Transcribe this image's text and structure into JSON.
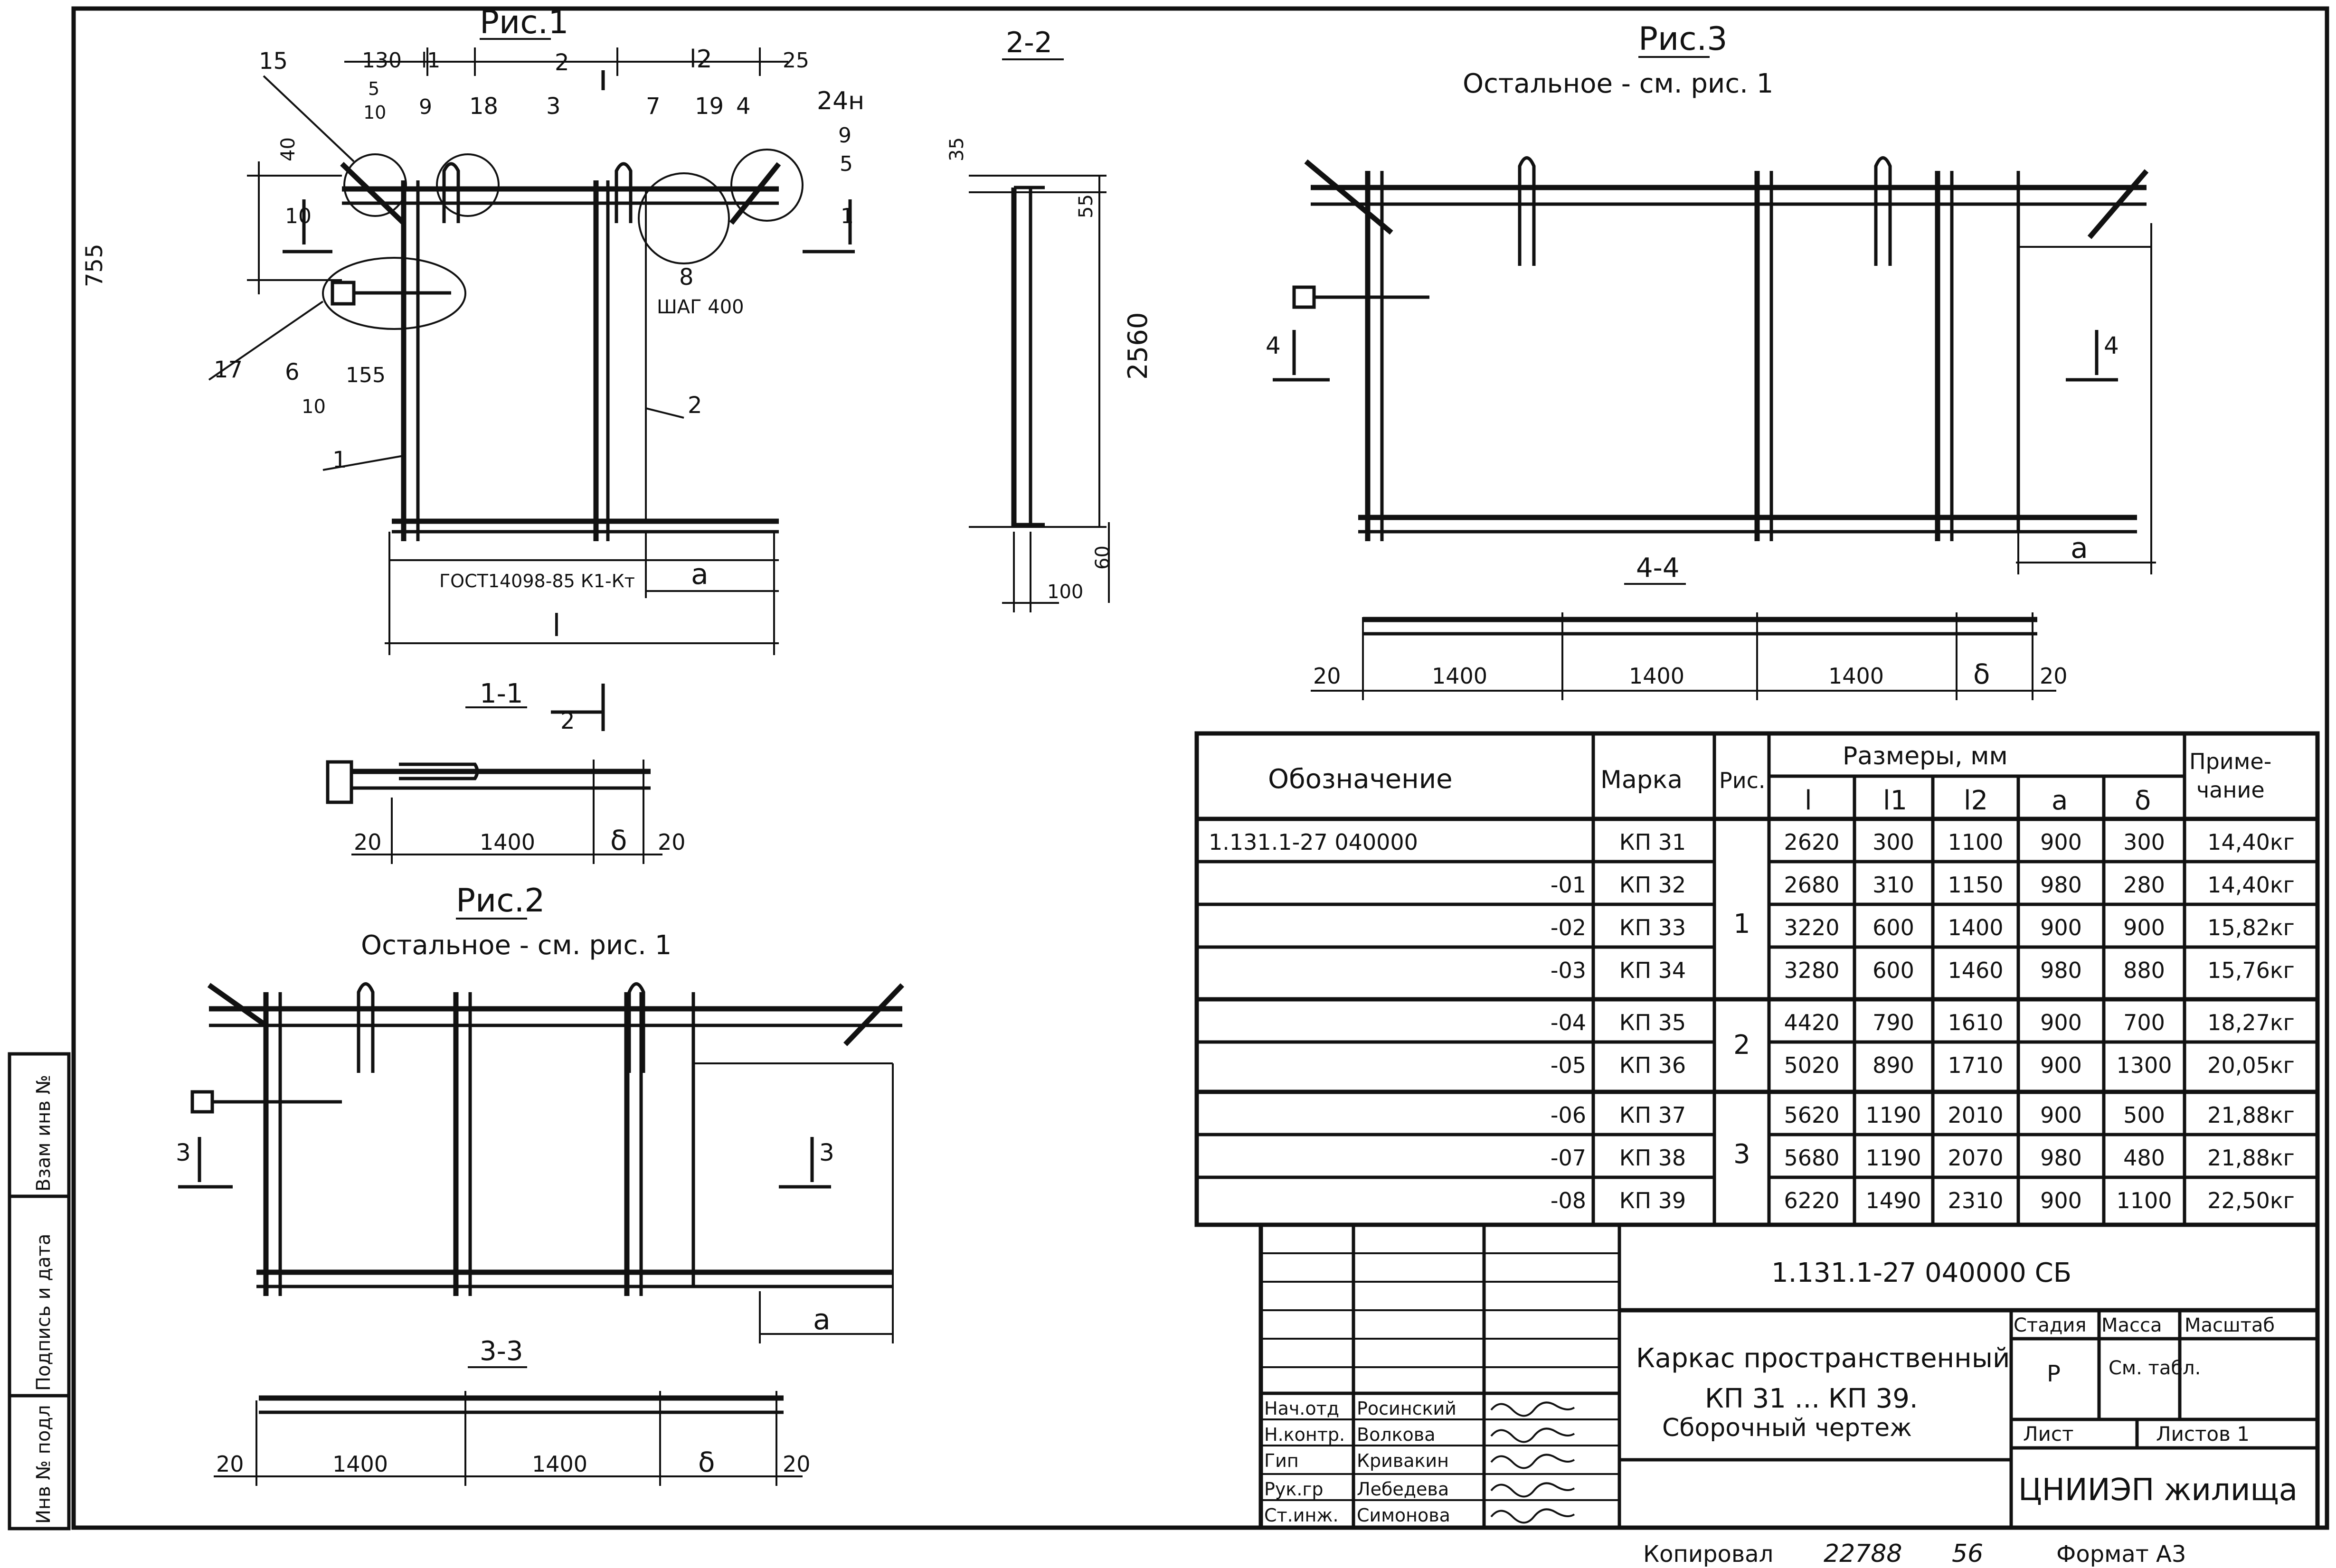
{
  "figures": {
    "fig1": {
      "title": "Рис.1"
    },
    "fig2": {
      "title": "Рис.2",
      "note": "Остальное - см. рис. 1"
    },
    "fig3": {
      "title": "Рис.3",
      "note": "Остальное - см. рис. 1"
    }
  },
  "sections": {
    "s11": "1-1",
    "s22": "2-2",
    "s33": "3-3",
    "s44": "4-4"
  },
  "fig1": {
    "dims_top": [
      "130",
      "l1",
      "l2",
      "25",
      "10",
      "5",
      "10",
      "40"
    ],
    "callouts": [
      "15",
      "9",
      "18",
      "3",
      "2",
      "7",
      "19",
      "4",
      "24н",
      "9",
      "5",
      "1",
      "8",
      "17",
      "6",
      "10",
      "1",
      "2"
    ],
    "dim_755": "755",
    "dim_155": "155",
    "step": "ШАГ 400",
    "gost": "ГОСТ14098-85 К1-Кт",
    "dim_a": "a",
    "dim_l": "l"
  },
  "section11": {
    "dims": [
      "20",
      "1400",
      "δ",
      "20"
    ],
    "marker": "2"
  },
  "section22": {
    "dims": [
      "35",
      "55",
      "2560",
      "60",
      "100"
    ]
  },
  "fig2": {
    "markers": [
      "3",
      "3"
    ],
    "dim_a": "a"
  },
  "section33": {
    "dims": [
      "20",
      "1400",
      "1400",
      "δ",
      "20"
    ]
  },
  "fig3": {
    "markers": [
      "4",
      "4"
    ],
    "dim_a": "a"
  },
  "section44": {
    "dims": [
      "20",
      "1400",
      "1400",
      "1400",
      "δ",
      "20"
    ]
  },
  "table": {
    "header": {
      "designation": "Обозначение",
      "mark": "Марка",
      "fig": "Рис.",
      "sizes": "Размеры, мм",
      "l": "l",
      "l1": "l1",
      "l2": "l2",
      "a": "a",
      "b": "δ",
      "note": "Приме-\nчание"
    },
    "rows": [
      {
        "d": "1.131.1-27 040000",
        "m": "КП 31",
        "l": "2620",
        "l1": "300",
        "l2": "1100",
        "a": "900",
        "b": "300",
        "n": "14,40кг"
      },
      {
        "d": "-01",
        "m": "КП 32",
        "l": "2680",
        "l1": "310",
        "l2": "1150",
        "a": "980",
        "b": "280",
        "n": "14,40кг"
      },
      {
        "d": "-02",
        "m": "КП 33",
        "l": "3220",
        "l1": "600",
        "l2": "1400",
        "a": "900",
        "b": "900",
        "n": "15,82кг"
      },
      {
        "d": "-03",
        "m": "КП 34",
        "l": "3280",
        "l1": "600",
        "l2": "1460",
        "a": "980",
        "b": "880",
        "n": "15,76кг"
      },
      {
        "d": "-04",
        "m": "КП 35",
        "l": "4420",
        "l1": "790",
        "l2": "1610",
        "a": "900",
        "b": "700",
        "n": "18,27кг"
      },
      {
        "d": "-05",
        "m": "КП 36",
        "l": "5020",
        "l1": "890",
        "l2": "1710",
        "a": "900",
        "b": "1300",
        "n": "20,05кг"
      },
      {
        "d": "-06",
        "m": "КП 37",
        "l": "5620",
        "l1": "1190",
        "l2": "2010",
        "a": "900",
        "b": "500",
        "n": "21,88кг"
      },
      {
        "d": "-07",
        "m": "КП 38",
        "l": "5680",
        "l1": "1190",
        "l2": "2070",
        "a": "980",
        "b": "480",
        "n": "21,88кг"
      },
      {
        "d": "-08",
        "m": "КП 39",
        "l": "6220",
        "l1": "1490",
        "l2": "2310",
        "a": "900",
        "b": "1100",
        "n": "22,50кг"
      }
    ],
    "fig_groups": [
      "1",
      "2",
      "3"
    ]
  },
  "title_block": {
    "code": "1.131.1-27 040000 СБ",
    "title1": "Каркас пространственный",
    "title2": "КП 31 ... КП 39.",
    "title3": "Сборочный чертеж",
    "stage_h": "Стадия",
    "mass_h": "Масса",
    "scale_h": "Масштаб",
    "stage": "Р",
    "mass": "См. табл.",
    "sheet_h": "Лист",
    "sheets_h": "Листов 1",
    "org": "ЦНИИЭП жилища",
    "people": [
      {
        "role": "Нач.отд",
        "name": "Росинский"
      },
      {
        "role": "Н.контр.",
        "name": "Волкова"
      },
      {
        "role": "Гип",
        "name": "Кривакин"
      },
      {
        "role": "Рук.гр",
        "name": "Лебедева"
      },
      {
        "role": "Ст.инж.",
        "name": "Симонова"
      }
    ]
  },
  "side_stamp": [
    "Инв № подл",
    "Подпись и дата",
    "Взам инв №"
  ],
  "footer": {
    "copied": "Копировал",
    "number": "22788",
    "num2": "56",
    "format": "Формат А3"
  }
}
